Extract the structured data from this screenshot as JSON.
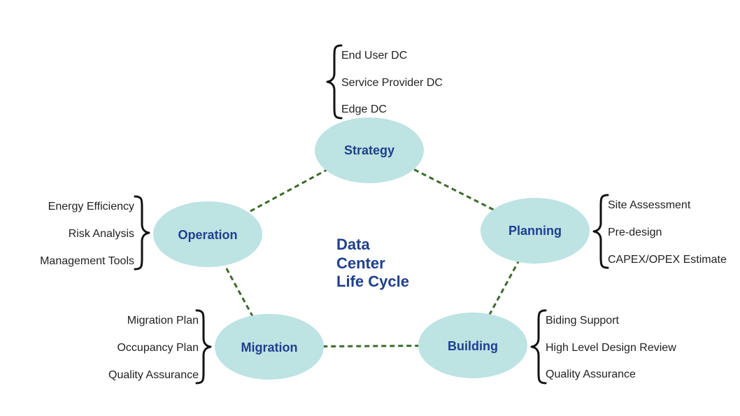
{
  "center": {
    "lines": [
      "Data",
      "Center",
      "Life Cycle"
    ]
  },
  "stages": [
    {
      "key": "strategy",
      "label": "Strategy",
      "items": [
        "End User DC",
        "Service Provider DC",
        "Edge DC"
      ]
    },
    {
      "key": "planning",
      "label": "Planning",
      "items": [
        "Site Assessment",
        "Pre-design",
        "CAPEX/OPEX Estimate"
      ]
    },
    {
      "key": "building",
      "label": "Building",
      "items": [
        "Biding Support",
        "High Level Design Review",
        "Quality Assurance"
      ]
    },
    {
      "key": "migration",
      "label": "Migration",
      "items": [
        "Migration Plan",
        "Occupancy Plan",
        "Quality Assurance"
      ]
    },
    {
      "key": "operation",
      "label": "Operation",
      "items": [
        "Energy Efficiency",
        "Risk Analysis",
        "Management Tools"
      ]
    }
  ],
  "colors": {
    "node_fill": "#bde3e3",
    "node_text": "#1f3f8f",
    "cycle_stroke": "#3a6b2a",
    "brace_stroke": "#111111",
    "item_text": "#222222"
  }
}
